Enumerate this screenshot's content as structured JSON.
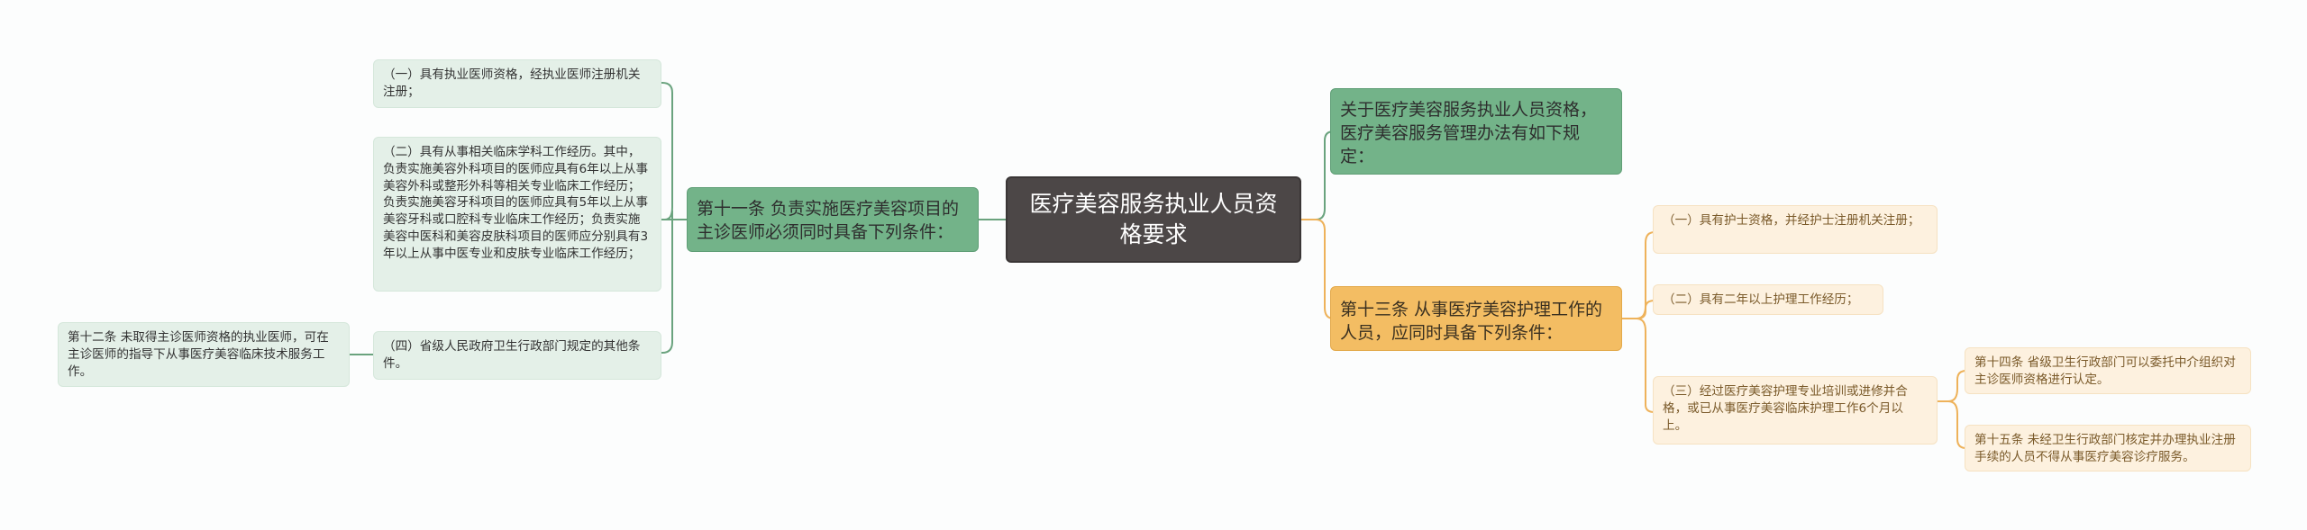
{
  "colors": {
    "root": "#4c4747",
    "green_branch": "#73b389",
    "orange_branch": "#f3bd63",
    "green_leaf": "#e4f0e8",
    "orange_leaf": "#fdf1df",
    "green_line": "#6aa37e",
    "orange_line": "#eeb25a"
  },
  "root": {
    "title": "医疗美容服务执业人员资格要求"
  },
  "left": {
    "branch": "第十一条 负责实施医疗美容项目的主诊医师必须同时具备下列条件：",
    "items": [
      "（一）具有执业医师资格，经执业医师注册机关注册；",
      "（二）具有从事相关临床学科工作经历。其中，负责实施美容外科项目的医师应具有6年以上从事美容外科或整形外科等相关专业临床工作经历；负责实施美容牙科项目的医师应具有5年以上从事美容牙科或口腔科专业临床工作经历；负责实施美容中医科和美容皮肤科项目的医师应分别具有3年以上从事中医专业和皮肤专业临床工作经历；",
      "（四）省级人民政府卫生行政部门规定的其他条件。"
    ],
    "sub_item": "第十二条 未取得主诊医师资格的执业医师，可在主诊医师的指导下从事医疗美容临床技术服务工作。"
  },
  "right": {
    "intro": "关于医疗美容服务执业人员资格，医疗美容服务管理办法有如下规定：",
    "branch": "第十三条 从事医疗美容护理工作的人员，应同时具备下列条件：",
    "items": [
      "（一）具有护士资格，并经护士注册机关注册；",
      "（二）具有二年以上护理工作经历；",
      "（三）经过医疗美容护理专业培训或进修并合格，或已从事医疗美容临床护理工作6个月以上。"
    ],
    "sub_items": [
      "第十四条 省级卫生行政部门可以委托中介组织对主诊医师资格进行认定。",
      "第十五条 未经卫生行政部门核定并办理执业注册手续的人员不得从事医疗美容诊疗服务。"
    ]
  }
}
